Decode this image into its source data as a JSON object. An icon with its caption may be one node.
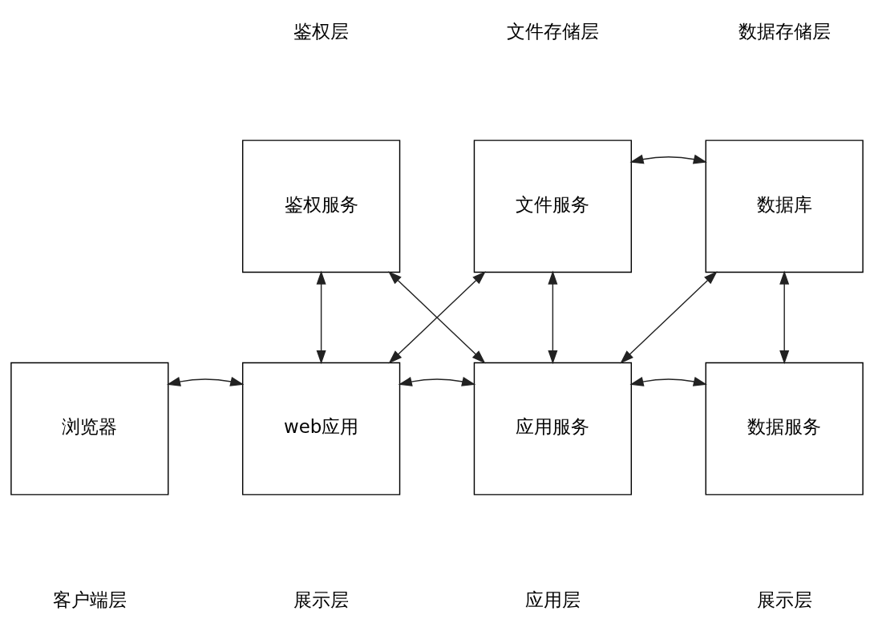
{
  "diagram": {
    "nodes": [
      {
        "text": [
          "鉴权服务"
        ]
      },
      {
        "text": [
          "文件服务"
        ]
      },
      {
        "text": [
          "数据库"
        ]
      },
      {
        "text": [
          "浏览器"
        ]
      },
      {
        "text": [
          "web应用"
        ]
      },
      {
        "text": [
          "应用服务"
        ]
      },
      {
        "text": [
          "数据服务"
        ]
      }
    ],
    "edges": [
      {
        "from": 1,
        "to": 2,
        "arrow": "both"
      },
      {
        "from": 0,
        "to": 4,
        "arrow": "both"
      },
      {
        "from": 0,
        "to": 5,
        "arrow": "both"
      },
      {
        "from": 1,
        "to": 4,
        "arrow": "both"
      },
      {
        "from": 1,
        "to": 5,
        "arrow": "both"
      },
      {
        "from": 2,
        "to": 5,
        "arrow": "both"
      },
      {
        "from": 2,
        "to": 6,
        "arrow": "both"
      },
      {
        "from": 3,
        "to": 4,
        "arrow": "both"
      },
      {
        "from": 4,
        "to": 5,
        "arrow": "both"
      },
      {
        "from": 5,
        "to": 6,
        "arrow": "both"
      }
    ],
    "labels": [
      "鉴权层",
      "文件存储层",
      "数据存储层",
      "客户端层",
      "展示层",
      "应用层",
      "展示层"
    ]
  }
}
